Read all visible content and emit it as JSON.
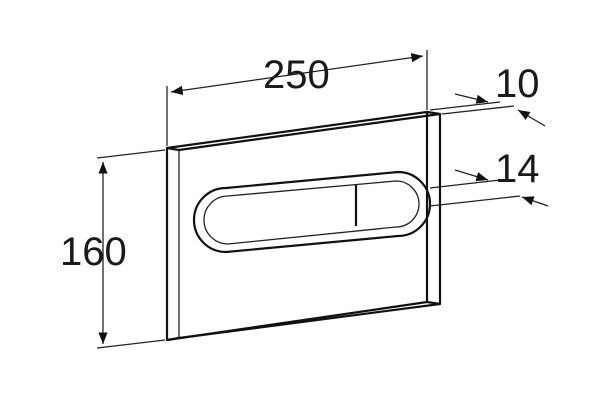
{
  "dimensions": {
    "width": "250",
    "height": "160",
    "depth": "10",
    "button_projection": "14"
  }
}
